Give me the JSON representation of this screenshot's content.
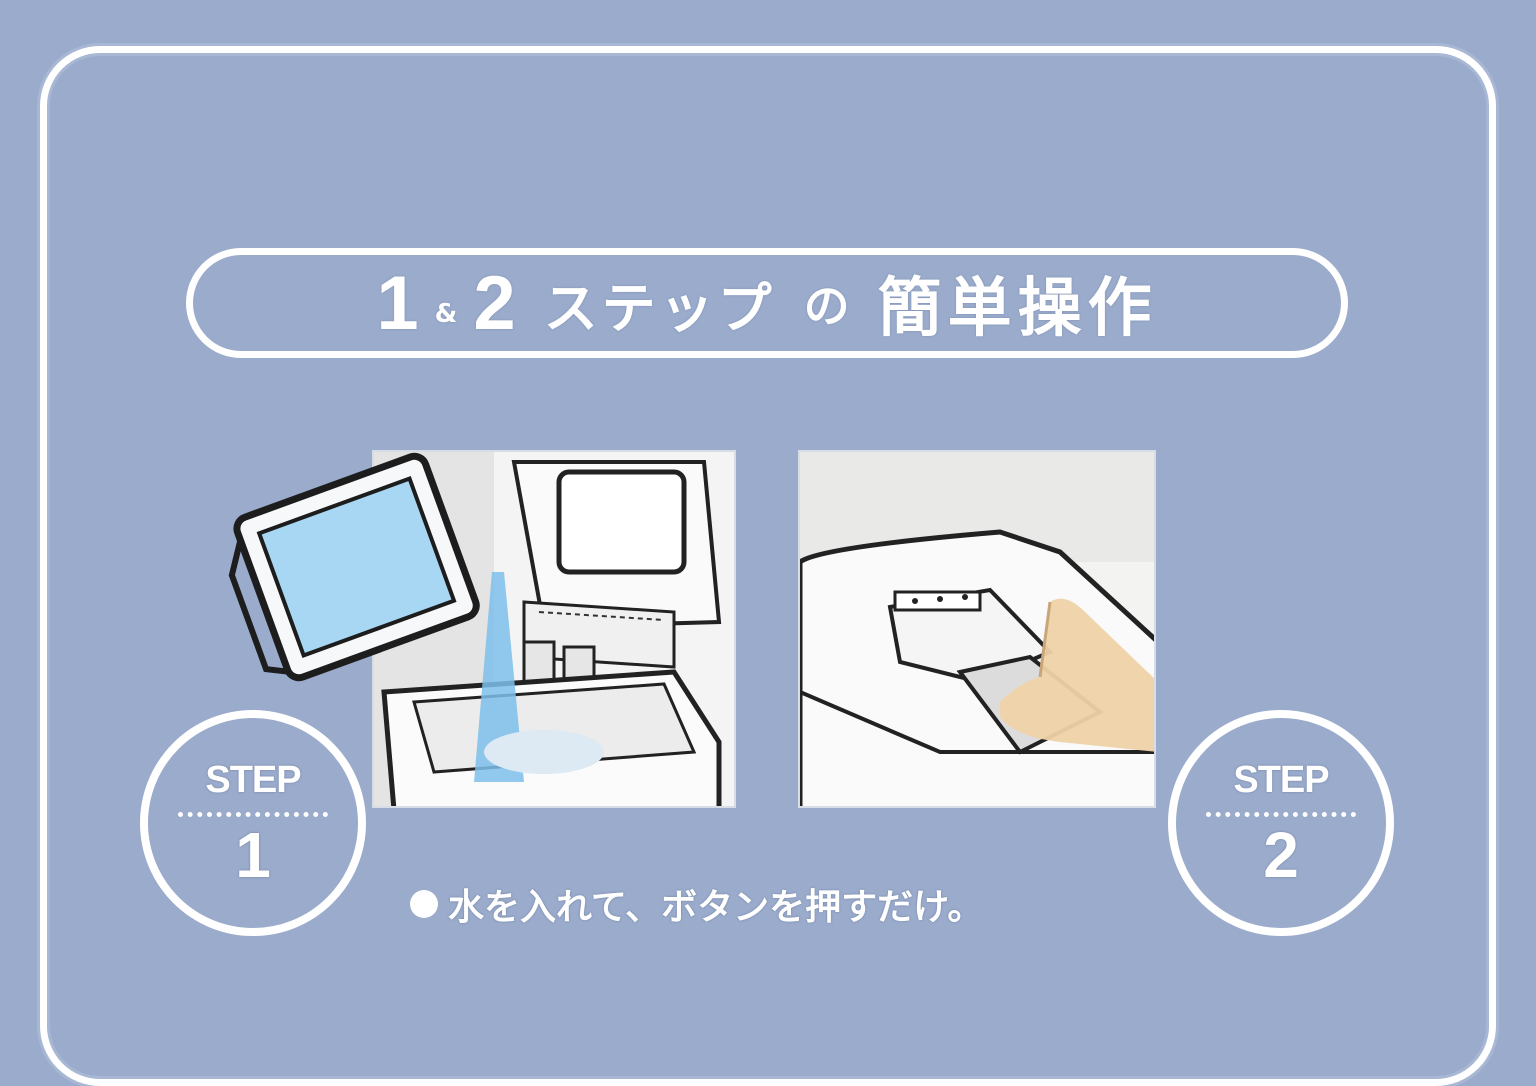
{
  "title": {
    "num1": "1",
    "amp": "&",
    "num2": "2",
    "steps": "ステップ",
    "no": "の",
    "easy": "簡単操作"
  },
  "steps": [
    {
      "word": "STEP",
      "number": "1"
    },
    {
      "word": "STEP",
      "number": "2"
    }
  ],
  "caption": "水を入れて、ボタンを押すだけ。",
  "colors": {
    "background": "#9aabcc",
    "line": "#ffffff",
    "water": "#7cc0ea",
    "hand": "#eed2a8"
  }
}
